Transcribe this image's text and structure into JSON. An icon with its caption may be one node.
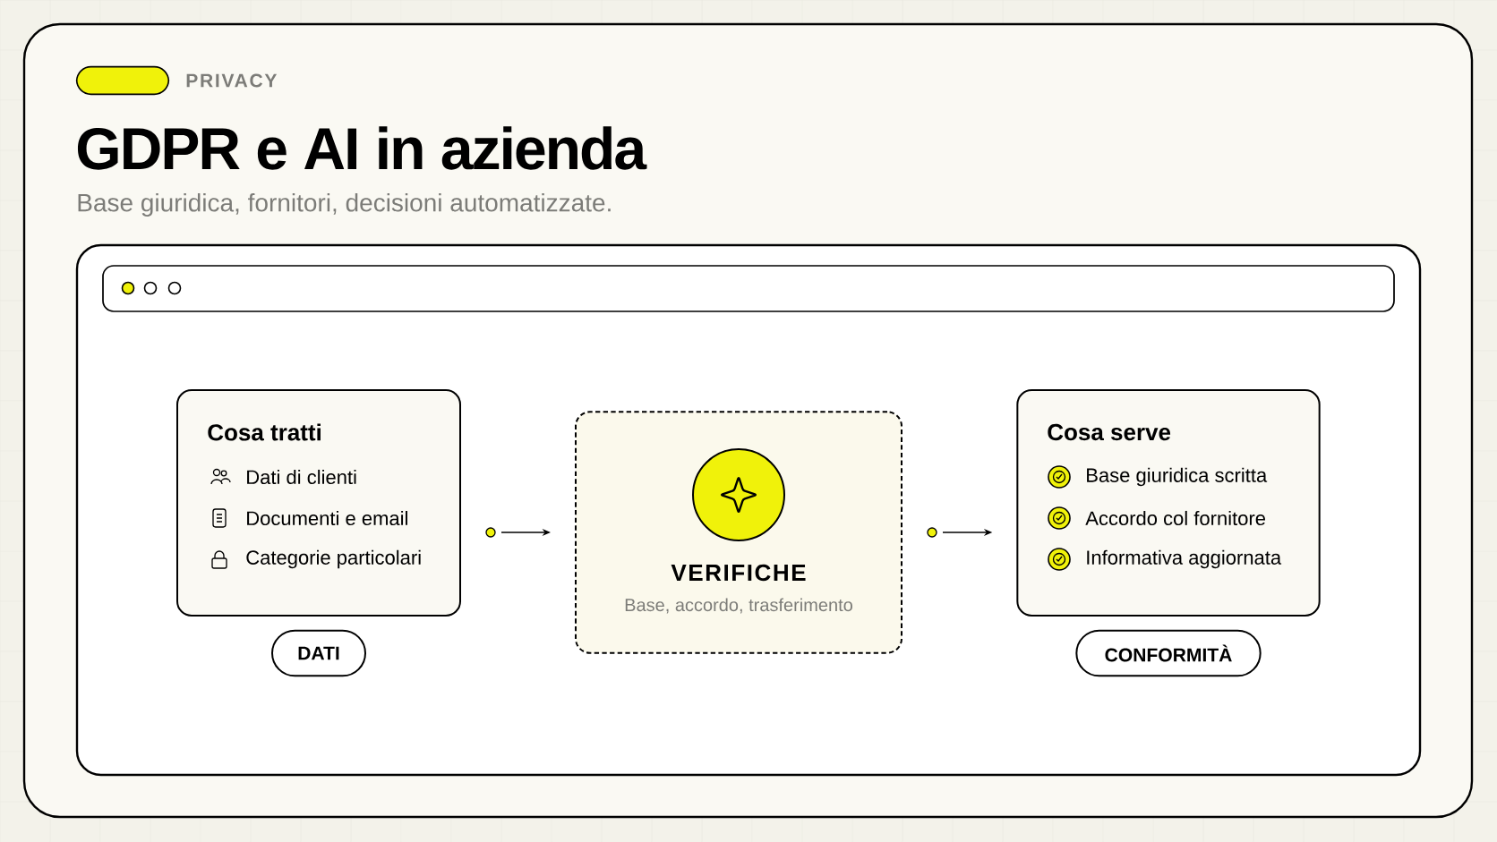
{
  "diagram": {
    "title": "GDPR e AI in azienda",
    "nodes": [
      {
        "text": [],
        "shape": "pill"
      },
      {
        "text": [
          "Cosa tratti",
          "Dati di clienti",
          "Documenti e email",
          "Categorie particolari"
        ]
      },
      {
        "text": [
          "VERIFICHE",
          "Base, accordo, trasferimento"
        ]
      },
      {
        "text": [
          "Cosa serve",
          "Base giuridica scritta",
          "Accordo col fornitore",
          "Informativa aggiornata"
        ]
      },
      {
        "text": [
          "DATI"
        ]
      },
      {
        "text": [
          "CONFORMITÀ"
        ]
      }
    ],
    "edges": [
      {
        "from": 1,
        "to": 2,
        "arrow": "to"
      },
      {
        "from": 2,
        "to": 3,
        "arrow": "to"
      }
    ],
    "labels": [
      "PRIVACY",
      "Base giuridica, fornitori, decisioni automatizzate."
    ]
  }
}
